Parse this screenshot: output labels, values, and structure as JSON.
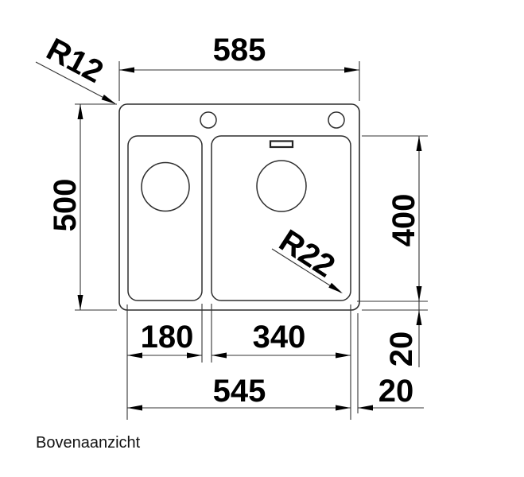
{
  "drawing": {
    "view_label": "Bovenaanzicht",
    "type": "sink-top-view-technical-drawing",
    "dimensions": {
      "overall_width": "585",
      "overall_depth": "500",
      "outer_corner_radius": "R12",
      "bowl_corner_radius": "R22",
      "bowl_depth": "400",
      "left_bowl_width": "180",
      "right_bowl_width": "340",
      "bowls_total_width": "545",
      "bottom_rim": "20",
      "right_rim": "20"
    },
    "colors": {
      "background": "#ffffff",
      "outline": "#2e2e2e",
      "dimension_line": "#333333",
      "text": "#000000"
    }
  }
}
